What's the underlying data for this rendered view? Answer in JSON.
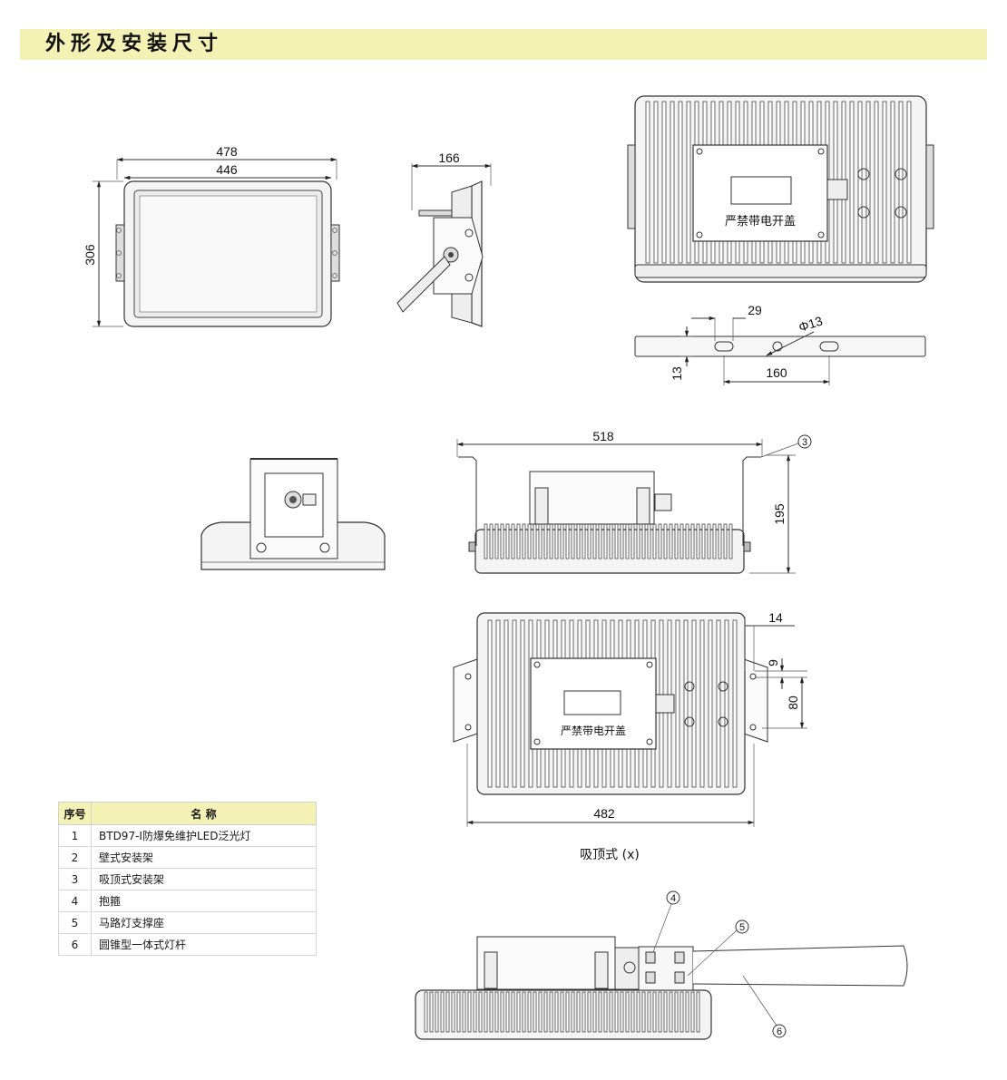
{
  "header": {
    "title": "外形及安装尺寸"
  },
  "front_view": {
    "dims": {
      "width_outer": "478",
      "width_inner": "446",
      "height": "306"
    }
  },
  "side_view": {
    "dims": {
      "depth": "166"
    }
  },
  "back_view": {
    "label": "严禁带电开盖",
    "bracket_dims": {
      "slot": "29",
      "hole": "Φ13",
      "spacing": "160",
      "thickness": "13"
    }
  },
  "wall_side_view": {
    "dims": {
      "width": "518",
      "height": "195"
    },
    "callout": "3"
  },
  "ceiling_view": {
    "label": "严禁带电开盖",
    "caption": "吸顶式 (x)",
    "dims": {
      "width": "482",
      "edge": "14",
      "slot": "9",
      "spacing": "80"
    }
  },
  "pole_view": {
    "callouts": [
      "4",
      "5",
      "6"
    ]
  },
  "parts_table": {
    "headers": [
      "序号",
      "名  称"
    ],
    "rows": [
      {
        "no": "1",
        "name": "BTD97-Ⅰ防爆免维护LED泛光灯"
      },
      {
        "no": "2",
        "name": "壁式安装架"
      },
      {
        "no": "3",
        "name": "吸顶式安装架"
      },
      {
        "no": "4",
        "name": "抱箍"
      },
      {
        "no": "5",
        "name": "马路灯支撑座"
      },
      {
        "no": "6",
        "name": "圆锥型一体式灯杆"
      }
    ]
  }
}
